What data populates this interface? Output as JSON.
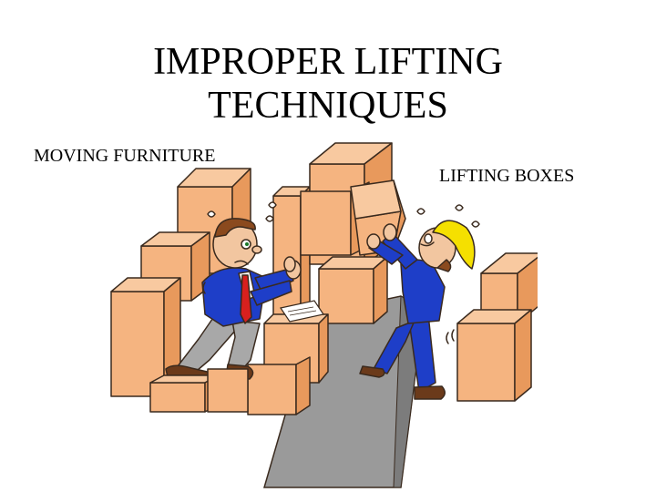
{
  "slide": {
    "title_line1": "IMPROPER LIFTING",
    "title_line2": "TECHNIQUES",
    "caption_left": "MOVING FURNITURE",
    "caption_right": "LIFTING BOXES"
  },
  "illustration": {
    "subject": "clipart-workers-lifting-boxes",
    "colors": {
      "box_fill": "#F5B480",
      "box_side": "#E8995C",
      "box_top": "#F8C9A0",
      "outline": "#3a2a1e",
      "suit_blue": "#1E3EC8",
      "tie_red": "#D8201E",
      "pants_gray": "#A8A8A8",
      "hardhat_yellow": "#F5E000",
      "skin": "#F2C6A0",
      "hair_brown": "#8B4A1E",
      "ramp_gray": "#9A9A9A",
      "shoe_brown": "#6B3A1A"
    }
  }
}
